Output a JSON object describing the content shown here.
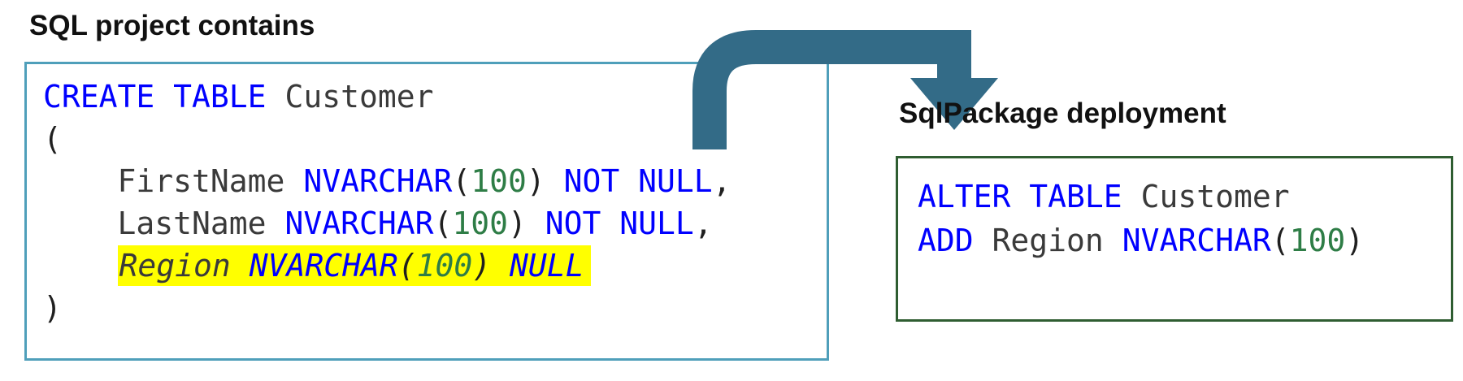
{
  "left": {
    "title": "SQL project contains",
    "code": [
      {
        "indent": "",
        "highlighted": false,
        "tokens": [
          [
            "CREATE TABLE",
            "kw"
          ],
          [
            " ",
            "pl"
          ],
          [
            "Customer",
            "id"
          ]
        ]
      },
      {
        "indent": "",
        "highlighted": false,
        "tokens": [
          [
            "(",
            "pl"
          ]
        ]
      },
      {
        "indent": "    ",
        "highlighted": false,
        "tokens": [
          [
            "FirstName",
            "id"
          ],
          [
            " ",
            "pl"
          ],
          [
            "NVARCHAR",
            "kw"
          ],
          [
            "(",
            "pl"
          ],
          [
            "100",
            "num"
          ],
          [
            ")",
            "pl"
          ],
          [
            " ",
            "pl"
          ],
          [
            "NOT NULL",
            "kw"
          ],
          [
            ",",
            "pl"
          ]
        ]
      },
      {
        "indent": "    ",
        "highlighted": false,
        "tokens": [
          [
            "LastName",
            "id"
          ],
          [
            " ",
            "pl"
          ],
          [
            "NVARCHAR",
            "kw"
          ],
          [
            "(",
            "pl"
          ],
          [
            "100",
            "num"
          ],
          [
            ")",
            "pl"
          ],
          [
            " ",
            "pl"
          ],
          [
            "NOT NULL",
            "kw"
          ],
          [
            ",",
            "pl"
          ]
        ]
      },
      {
        "indent": "    ",
        "highlighted": true,
        "tokens": [
          [
            "Region",
            "id"
          ],
          [
            " ",
            "pl"
          ],
          [
            "NVARCHAR",
            "kw"
          ],
          [
            "(",
            "pl"
          ],
          [
            "100",
            "num"
          ],
          [
            ")",
            "pl"
          ],
          [
            " ",
            "pl"
          ],
          [
            "NULL",
            "kw"
          ]
        ]
      },
      {
        "indent": "",
        "highlighted": false,
        "tokens": [
          [
            ")",
            "pl"
          ]
        ]
      }
    ]
  },
  "right": {
    "title": "SqlPackage deployment",
    "code": [
      {
        "indent": "",
        "highlighted": false,
        "tokens": [
          [
            "ALTER TABLE",
            "kw"
          ],
          [
            " ",
            "pl"
          ],
          [
            "Customer",
            "id"
          ]
        ]
      },
      {
        "indent": "",
        "highlighted": false,
        "tokens": [
          [
            "ADD",
            "kw"
          ],
          [
            " ",
            "pl"
          ],
          [
            "Region",
            "id"
          ],
          [
            " ",
            "pl"
          ],
          [
            "NVARCHAR",
            "kw"
          ],
          [
            "(",
            "pl"
          ],
          [
            "100",
            "num"
          ],
          [
            ")",
            "pl"
          ]
        ]
      }
    ]
  },
  "colors": {
    "keyword": "#0000ff",
    "number": "#2e7d46",
    "identifier": "#3a3a3a",
    "punct": "#1f1f1f",
    "highlight": "#ffff00",
    "arrow": "#336b87",
    "left_border": "#4f9fba",
    "right_border": "#2f5d31"
  }
}
